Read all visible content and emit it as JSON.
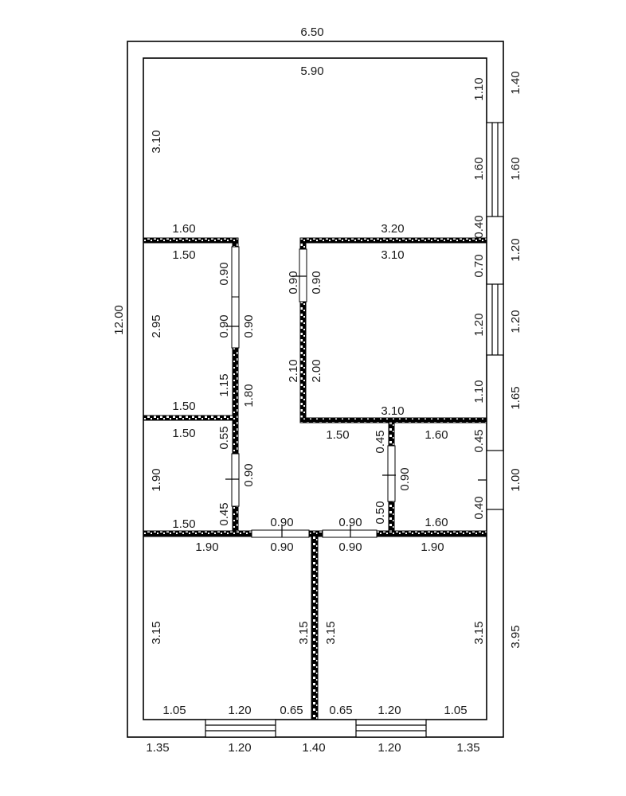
{
  "plan": {
    "labels": {
      "top_outer": "6.50",
      "top_inner": "5.90",
      "left_outer": "12.00",
      "left_living": "3.10",
      "right_1_10": "1.10",
      "right_1_40": "1.40",
      "right_1_60a": "1.60",
      "right_1_60b": "1.60",
      "right_0_40a": "0.40",
      "right_1_20a": "1.20",
      "right_0_70": "0.70",
      "right_1_20b": "1.20",
      "right_1_20c": "1.20",
      "right_1_10b": "1.10",
      "right_1_65": "1.65",
      "right_0_45": "0.45",
      "right_1_00": "1.00",
      "right_0_40b": "0.40",
      "right_3_95": "3.95",
      "room_a_top_out": "1.60",
      "room_a_top_in": "1.50",
      "room_a_height": "2.95",
      "room_a_right_0_90a": "0.90",
      "room_a_right_0_90b": "0.90",
      "room_a_right_0_90c": "0.90",
      "room_a_right_1_15": "1.15",
      "room_a_right_1_80": "1.80",
      "room_a_bot": "1.50",
      "room_b_top": "1.50",
      "room_b_height": "1.90",
      "room_b_0_55": "0.55",
      "room_b_0_90": "0.90",
      "room_b_0_45": "0.45",
      "room_b_bot": "1.50",
      "room_c_top_out": "3.20",
      "room_c_top_in": "3.10",
      "room_c_left_0_90a": "0.90",
      "room_c_left_0_90b": "0.90",
      "room_c_left_2_10": "2.10",
      "room_c_left_2_00": "2.00",
      "room_c_bot": "3.10",
      "hall_1_50": "1.50",
      "room_d_top": "1.60",
      "room_d_0_45": "0.45",
      "room_d_0_90": "0.90",
      "room_d_0_50": "0.50",
      "room_d_bot": "1.60",
      "hall_door_a": "0.90",
      "hall_door_b": "0.90",
      "bed_left_top": "1.90",
      "bed_door_a": "0.90",
      "bed_door_b": "0.90",
      "bed_right_top": "1.90",
      "bed_left_height": "3.15",
      "bed_mid_left": "3.15",
      "bed_mid_right": "3.15",
      "bed_right_height": "3.15",
      "bot_in_1_05a": "1.05",
      "bot_in_1_20a": "1.20",
      "bot_in_0_65a": "0.65",
      "bot_in_0_65b": "0.65",
      "bot_in_1_20b": "1.20",
      "bot_in_1_05b": "1.05",
      "bot_out_1_35a": "1.35",
      "bot_out_1_20a": "1.20",
      "bot_out_1_40": "1.40",
      "bot_out_1_20b": "1.20",
      "bot_out_1_35b": "1.35"
    }
  }
}
